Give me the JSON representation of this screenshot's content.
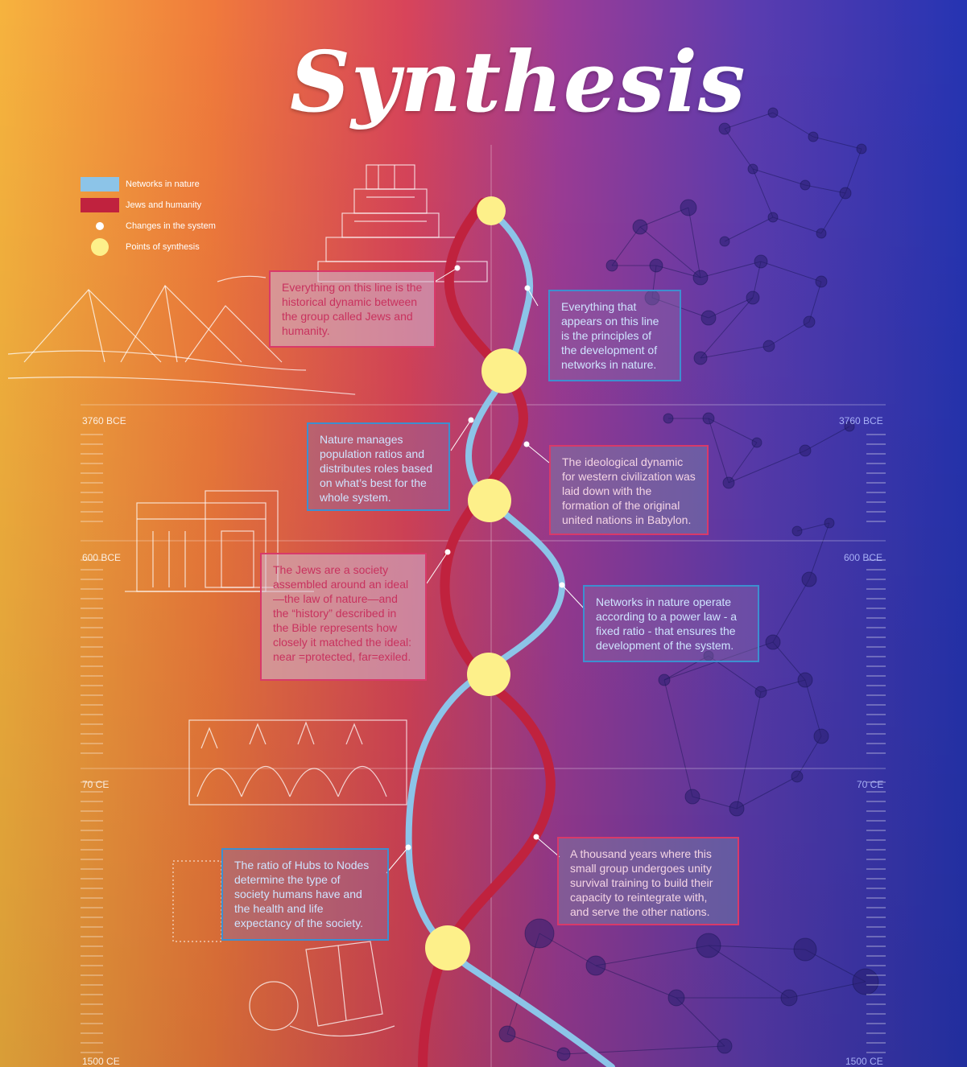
{
  "title": "Synthesis",
  "legend": [
    {
      "label": "Networks in nature",
      "color": "#8cc4e8",
      "kind": "bar"
    },
    {
      "label": "Jews and humanity",
      "color": "#c0223e",
      "kind": "bar"
    },
    {
      "label": "Changes in the system",
      "color": "#ffffff",
      "kind": "dot"
    },
    {
      "label": "Points of synthesis",
      "color": "#fdf08a",
      "kind": "circle"
    }
  ],
  "dates": [
    "3760 BCE",
    "600 BCE",
    "70 CE",
    "1500 CE"
  ],
  "boxes": {
    "b1": "Everything on this line is the historical dynamic between the group called Jews and humanity.",
    "b2": "Everything that appears on this line is the principles of the development of networks in nature.",
    "b3": "Nature manages population ratios and distributes roles based on what’s best for the whole system.",
    "b4": "The ideological dynamic for western civilization was laid down with the formation of the original united nations in Babylon.",
    "b5": "The Jews are a society assembled around an ideal—the law of nature—and the “history” described in the Bible represents how closely it matched the ideal: near =protected, far=exiled.",
    "b6": "Networks in nature operate according to a power law - a fixed ratio - that ensures the development of the system.",
    "b7": "The ratio of Hubs to Nodes determine the type of society humans have and the health and life expectancy of the society.",
    "b8": "A thousand years where this small group undergoes unity survival training to build their capacity to reintegrate with, and serve the other nations."
  },
  "colors": {
    "networks": "#8cc4e8",
    "jews": "#c0223e",
    "synthesis": "#fdf08a",
    "bg_left": "#f5a83c",
    "bg_mid": "#b03a8a",
    "bg_right": "#2a3cb0"
  }
}
